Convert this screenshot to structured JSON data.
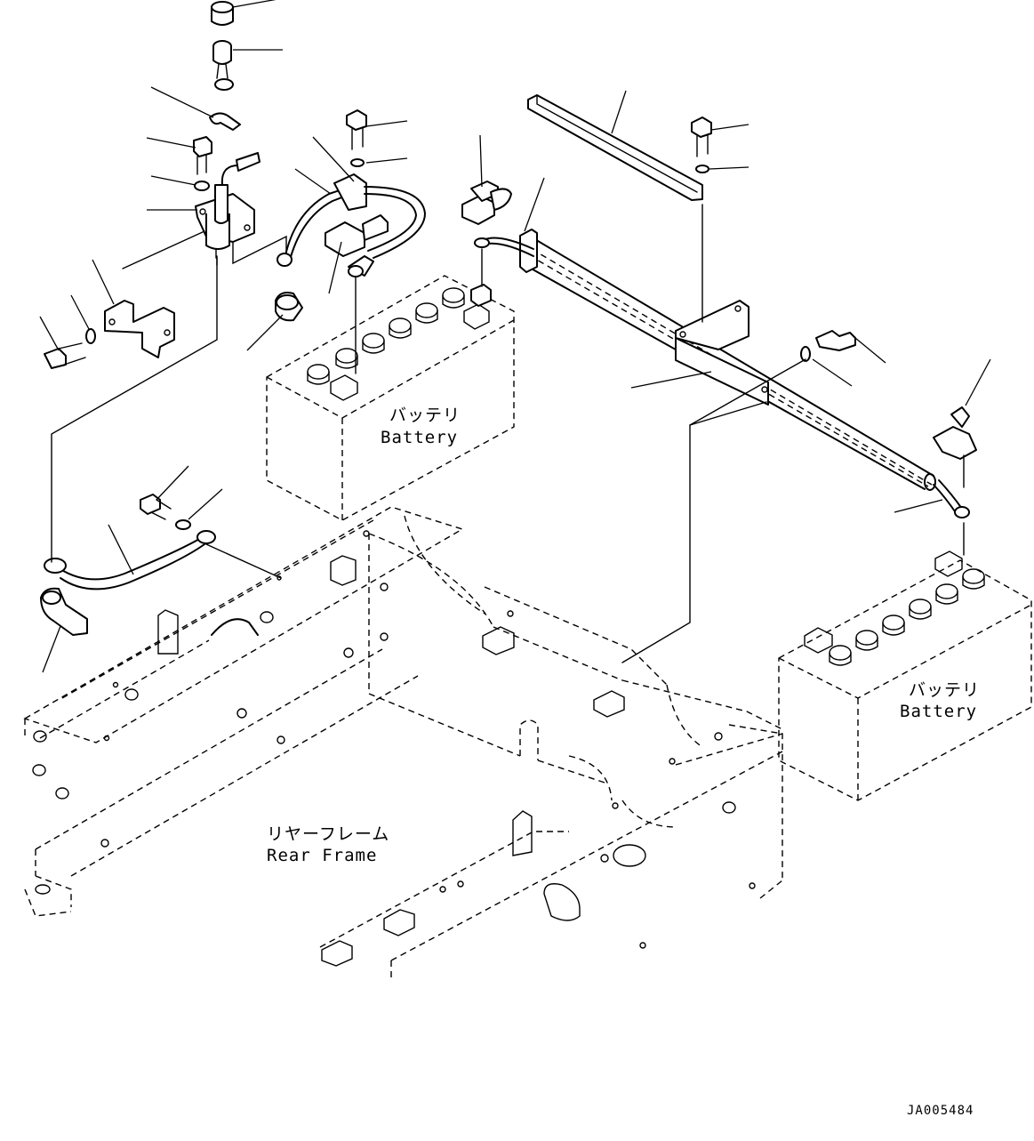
{
  "labels": {
    "battery_left_jp": "バッテリ",
    "battery_left_en": "Battery",
    "battery_right_jp": "バッテリ",
    "battery_right_en": "Battery",
    "rear_frame_jp": "リヤーフレーム",
    "rear_frame_en": "Rear Frame"
  },
  "drawing_code": "JA005484"
}
